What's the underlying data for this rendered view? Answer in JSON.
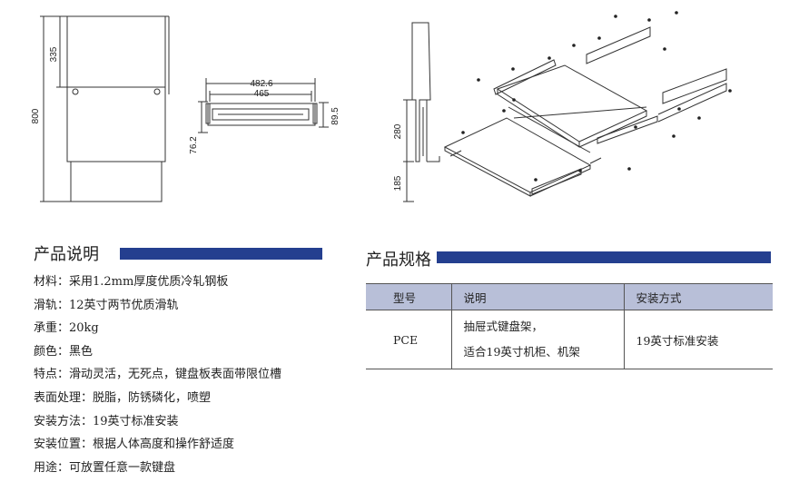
{
  "drawings": {
    "front_view": {
      "dim_total": "800",
      "dim_upper": "335"
    },
    "top_view": {
      "dim_outer_width": "482.6",
      "dim_inner_width": "465",
      "dim_height": "89.5",
      "dim_depth": "76.2"
    },
    "side_view": {
      "dim_upper": "280",
      "dim_lower": "185"
    }
  },
  "description": {
    "title": "产品说明",
    "lines": [
      "材料：采用1.2mm厚度优质冷轧钢板",
      "滑轨：12英寸两节优质滑轨",
      "承重：20kg",
      "颜色：黑色",
      "特点：滑动灵活，无死点，键盘板表面带限位槽",
      "表面处理：脱脂，防锈磷化，喷塑",
      "安装方法：19英寸标准安装",
      "安装位置：根据人体高度和操作舒适度",
      "用途：可放置任意一款键盘"
    ]
  },
  "spec": {
    "title": "产品规格",
    "headers": [
      "型号",
      "说明",
      "安装方式"
    ],
    "row": {
      "model": "PCE",
      "desc_line1": "抽屉式键盘架，",
      "desc_line2": "适合19英寸机柜、机架",
      "install": "19英寸标准安装"
    }
  },
  "colors": {
    "accent_bar": "#243f8f",
    "table_header": "#b8bfd8"
  }
}
